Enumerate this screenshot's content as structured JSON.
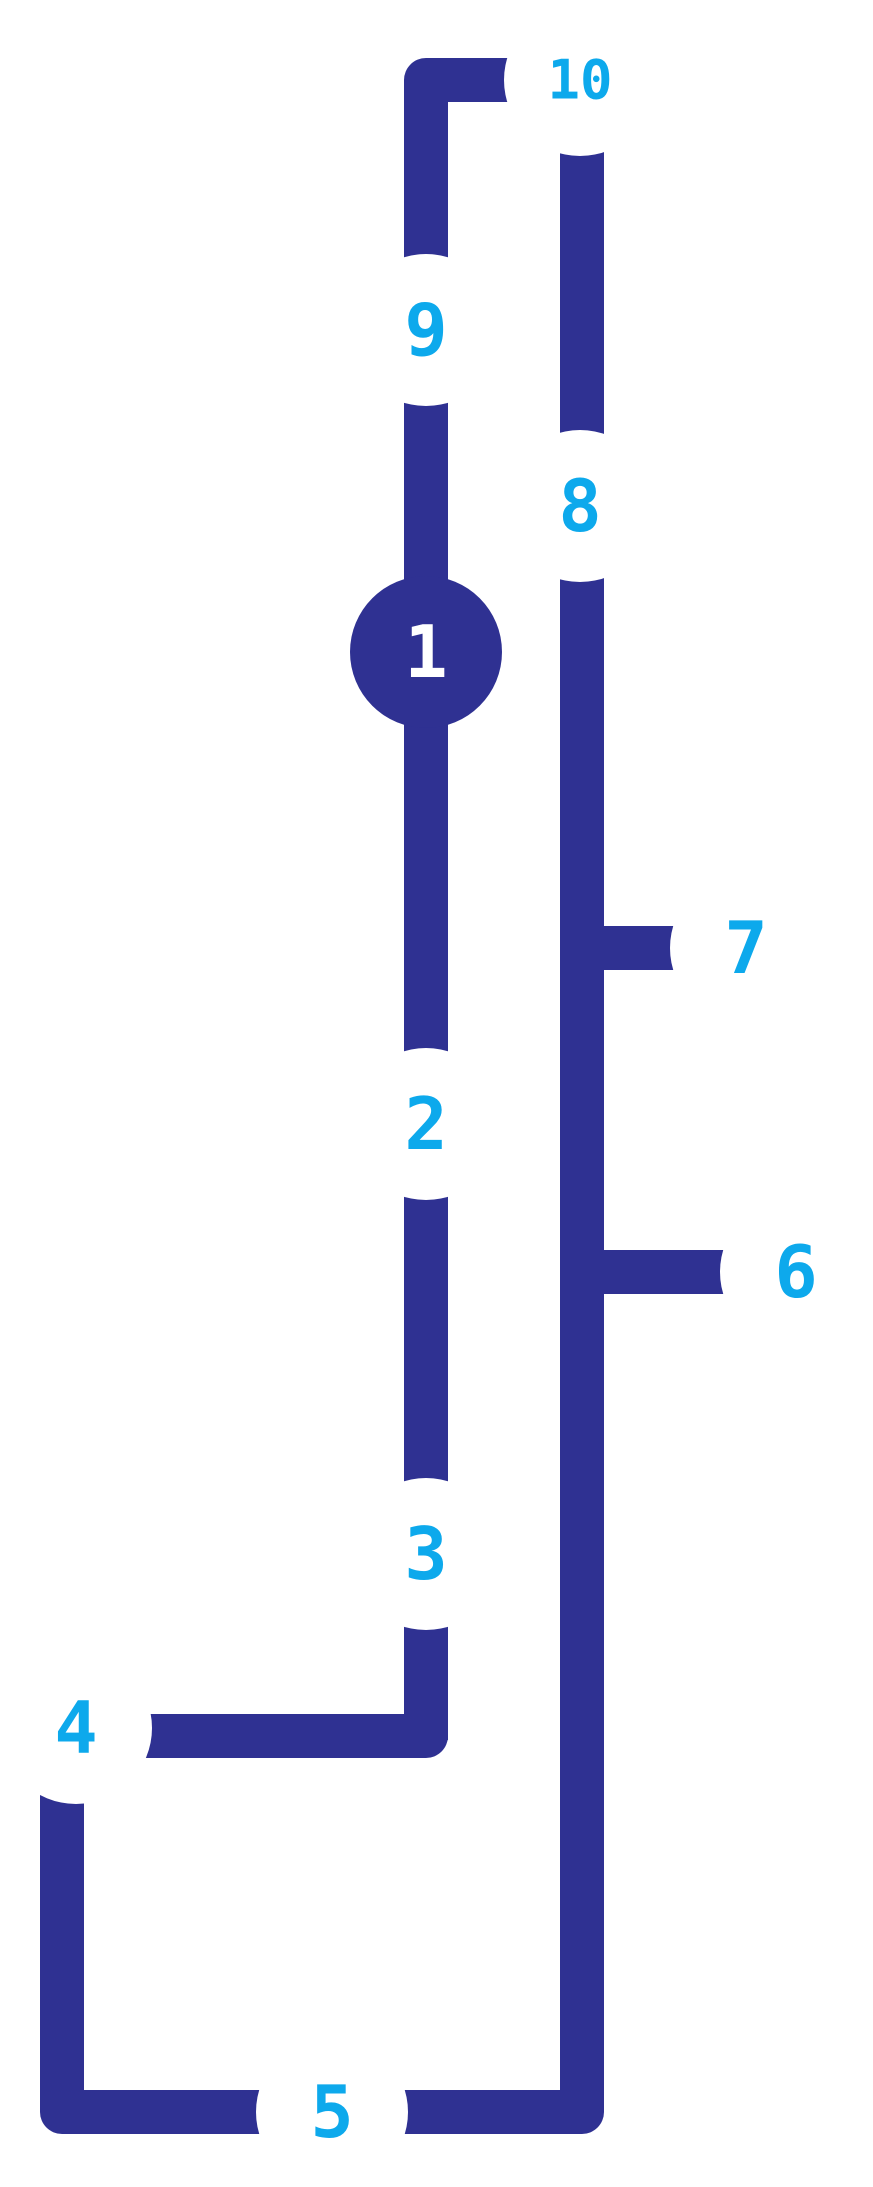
{
  "colors": {
    "track": "#2f3192",
    "node_fill": "#ffffff",
    "digit": "#0da9ec",
    "start_fill": "#2f3192",
    "start_digit": "#ffffff"
  },
  "nodes": [
    {
      "id": "n1",
      "label": "1",
      "start": true
    },
    {
      "id": "n2",
      "label": "2"
    },
    {
      "id": "n3",
      "label": "3"
    },
    {
      "id": "n4",
      "label": "4"
    },
    {
      "id": "n5",
      "label": "5"
    },
    {
      "id": "n6",
      "label": "6"
    },
    {
      "id": "n7",
      "label": "7"
    },
    {
      "id": "n8",
      "label": "8"
    },
    {
      "id": "n9",
      "label": "9"
    },
    {
      "id": "n10",
      "label": "10"
    }
  ]
}
